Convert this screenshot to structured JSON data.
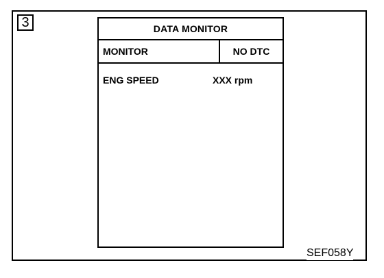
{
  "step_number": "3",
  "screen": {
    "title": "DATA MONITOR",
    "header": {
      "monitor_label": "MONITOR",
      "status": "NO DTC"
    },
    "rows": [
      {
        "label": "ENG SPEED",
        "value": "XXX rpm"
      }
    ]
  },
  "figure_code": "SEF058Y"
}
